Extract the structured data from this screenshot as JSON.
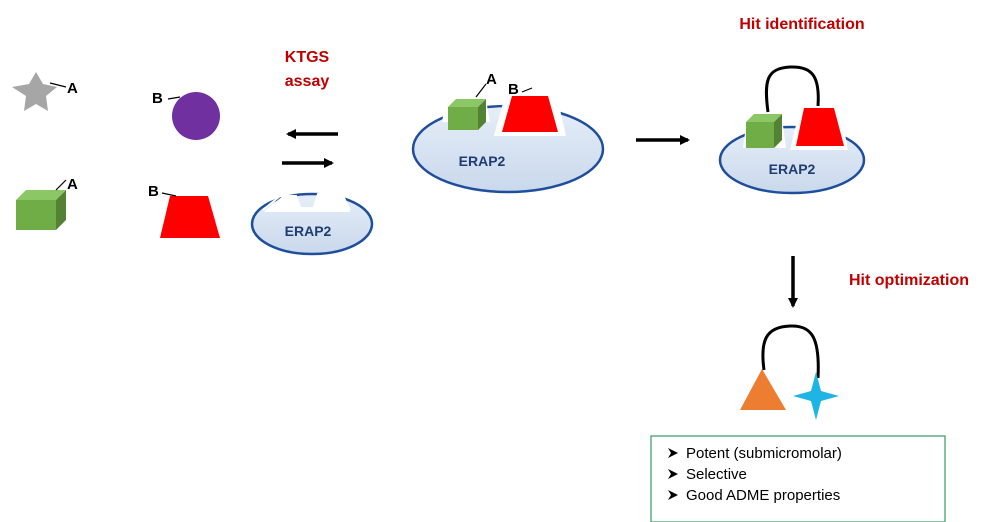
{
  "labels": {
    "a": "A",
    "b": "B"
  },
  "assay": {
    "line1": "KTGS",
    "line2": "assay"
  },
  "enzyme": "ERAP2",
  "steps": {
    "hit_identification": "Hit identification",
    "hit_optimization": "Hit optimization"
  },
  "properties": [
    "Potent (submicromolar)",
    "Selective",
    "Good ADME properties"
  ],
  "colors": {
    "title_red": "#c00000",
    "fragment_green": "#70ad47",
    "fragment_red": "#ff0000",
    "fragment_purple": "#7030a0",
    "fragment_gray": "#a6a6a6",
    "enzyme_fill": "#dbe6f3",
    "enzyme_text": "#1f3d73",
    "orange": "#ed7d31",
    "cyan": "#1fb3e6",
    "box_border": "#339966"
  },
  "icons": [
    "star",
    "circle",
    "cube",
    "trapezoid",
    "arrow",
    "equilibrium-arrows",
    "triangle",
    "four-point-star",
    "linker"
  ]
}
